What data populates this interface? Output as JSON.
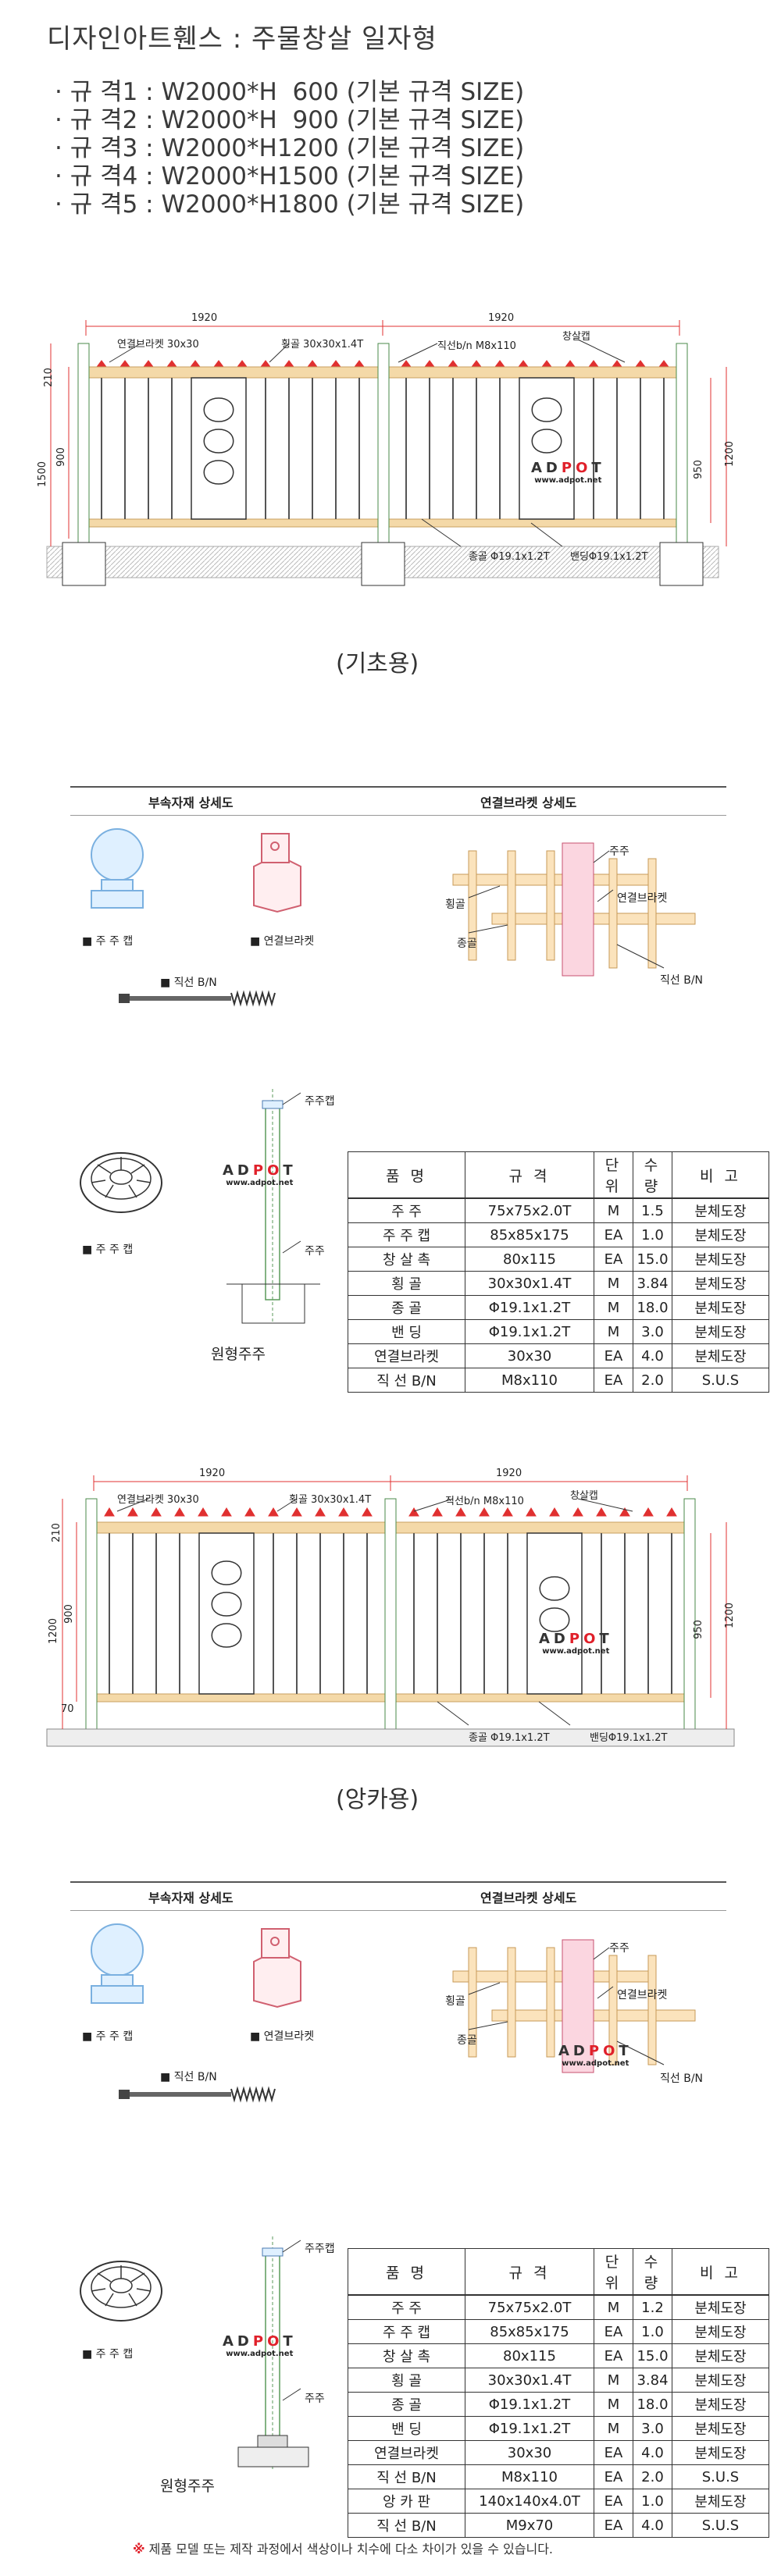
{
  "header": {
    "title": "디자인아트휀스 : 주물창살 일자형",
    "specs": [
      "· 규 격1 : W2000*H  600 (기본 규격 SIZE)",
      "· 규 격2 : W2000*H  900 (기본 규격 SIZE)",
      "· 규 격3 : W2000*H1200 (기본 규격 SIZE)",
      "· 규 격4 : W2000*H1500 (기본 규격 SIZE)",
      "· 규 격5 : W2000*H1800 (기본 규격 SIZE)"
    ]
  },
  "brand": {
    "name_a": "AD",
    "name_o": "PO",
    "name_t": "T",
    "url": "www.adpot.net"
  },
  "drawing1": {
    "caption": "(기초용)",
    "dim_left": "1920",
    "dim_right": "1920",
    "dim_210": "210",
    "dim_900": "900",
    "dim_1500": "1500",
    "dim_950": "950",
    "dim_1200": "1200",
    "label_bracket": "연결브라켓 30x30",
    "label_rail": "횡골 30x30x1.4T",
    "label_bolt": "직선b/n  M8x110",
    "label_cap": "창살캡",
    "label_vertical": "종골 Φ19.1x1.2T",
    "label_band": "밴딩Φ19.1x1.2T"
  },
  "parts1": {
    "heading_left": "부속자재 상세도",
    "heading_right": "연결브라켓 상세도",
    "cap_label": "■ 주 주 캡",
    "bracket_label": "■ 연결브라켓",
    "bolt_label": "■ 직선 B/N",
    "bd_post": "주주",
    "bd_bracket": "연결브라켓",
    "bd_rail": "횡골",
    "bd_vertical": "종골",
    "bd_bolt": "직선 B/N"
  },
  "post1": {
    "cap_label": "■ 주 주 캡",
    "post_label": "원형주주",
    "callout_cap": "주주캡",
    "callout_post": "주주"
  },
  "table_headers": [
    "품   명",
    "규   격",
    "단위",
    "수량",
    "비   고"
  ],
  "table1": [
    [
      "주    주",
      "75x75x2.0T",
      "M",
      "1.5",
      "분체도장"
    ],
    [
      "주 주  캡",
      "85x85x175",
      "EA",
      "1.0",
      "분체도장"
    ],
    [
      "창 살 촉",
      "80x115",
      "EA",
      "15.0",
      "분체도장"
    ],
    [
      "횡    골",
      "30x30x1.4T",
      "M",
      "3.84",
      "분체도장"
    ],
    [
      "종    골",
      "Φ19.1x1.2T",
      "M",
      "18.0",
      "분체도장"
    ],
    [
      "밴    딩",
      "Φ19.1x1.2T",
      "M",
      "3.0",
      "분체도장"
    ],
    [
      "연결브라켓",
      "30x30",
      "EA",
      "4.0",
      "분체도장"
    ],
    [
      "직 선 B/N",
      "M8x110",
      "EA",
      "2.0",
      "S.U.S"
    ]
  ],
  "drawing2": {
    "caption": "(앙카용)",
    "dim_left": "1920",
    "dim_right": "1920",
    "dim_210": "210",
    "dim_900": "900",
    "dim_1200": "1200",
    "dim_950": "950",
    "dim_1200b": "1200",
    "dim_70": "70",
    "label_bracket": "연결브라켓 30x30",
    "label_rail": "횡골 30x30x1.4T",
    "label_bolt": "직선b/n  M8x110",
    "label_cap": "창살캡",
    "label_vertical": "종골 Φ19.1x1.2T",
    "label_band": "밴딩Φ19.1x1.2T"
  },
  "parts2": {
    "heading_left": "부속자재 상세도",
    "heading_right": "연결브라켓 상세도",
    "cap_label": "■ 주 주 캡",
    "bracket_label": "■ 연결브라켓",
    "bolt_label": "■ 직선 B/N",
    "bd_post": "주주",
    "bd_bracket": "연결브라켓",
    "bd_rail": "횡골",
    "bd_vertical": "종골",
    "bd_bolt": "직선 B/N"
  },
  "post2": {
    "cap_label": "■ 주 주 캡",
    "post_label": "원형주주",
    "callout_cap": "주주캡",
    "callout_post": "주주"
  },
  "table2": [
    [
      "주    주",
      "75x75x2.0T",
      "M",
      "1.2",
      "분체도장"
    ],
    [
      "주 주  캡",
      "85x85x175",
      "EA",
      "1.0",
      "분체도장"
    ],
    [
      "창 살 촉",
      "80x115",
      "EA",
      "15.0",
      "분체도장"
    ],
    [
      "횡    골",
      "30x30x1.4T",
      "M",
      "3.84",
      "분체도장"
    ],
    [
      "종    골",
      "Φ19.1x1.2T",
      "M",
      "18.0",
      "분체도장"
    ],
    [
      "밴    딩",
      "Φ19.1x1.2T",
      "M",
      "3.0",
      "분체도장"
    ],
    [
      "연결브라켓",
      "30x30",
      "EA",
      "4.0",
      "분체도장"
    ],
    [
      "직 선 B/N",
      "M8x110",
      "EA",
      "2.0",
      "S.U.S"
    ],
    [
      "앙 카 판",
      "140x140x4.0T",
      "EA",
      "1.0",
      "분체도장"
    ],
    [
      "직 선 B/N",
      "M9x70",
      "EA",
      "4.0",
      "S.U.S"
    ]
  ],
  "footer": {
    "star": "※",
    "note": "제품 모델 또는 제작 과정에서 색상이나 치수에 다소 차이가 있을 수 있습니다."
  }
}
